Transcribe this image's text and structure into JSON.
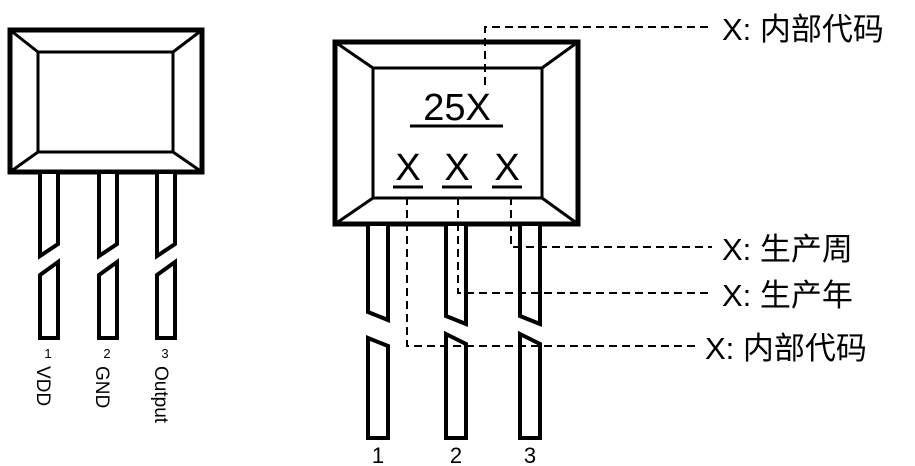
{
  "colors": {
    "ink": "#000000",
    "paper": "#ffffff"
  },
  "left_package": {
    "pins": [
      {
        "number": "1",
        "name": "VDD"
      },
      {
        "number": "2",
        "name": "GND"
      },
      {
        "number": "3",
        "name": "Output"
      }
    ]
  },
  "right_package": {
    "marking_top": "25X",
    "marking_codes": [
      "X",
      "X",
      "X"
    ],
    "pin_numbers": [
      "1",
      "2",
      "3"
    ]
  },
  "callouts": {
    "top": "X: 内部代码",
    "week": "X: 生产周",
    "year": "X: 生产年",
    "code": "X: 内部代码"
  }
}
